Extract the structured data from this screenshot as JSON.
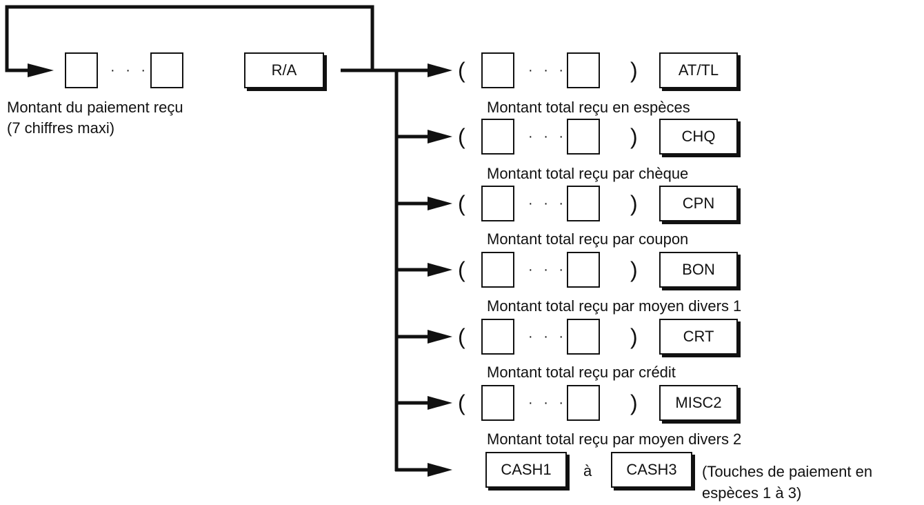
{
  "main": {
    "dots": "· · ·",
    "ra_key": "R/A",
    "payment_label_1": "Montant du paiement reçu",
    "payment_label_2": "(7 chiffres maxi)"
  },
  "branches": [
    {
      "key": "AT/TL",
      "label": "Montant total reçu en espèces"
    },
    {
      "key": "CHQ",
      "label": "Montant total reçu par chèque"
    },
    {
      "key": "CPN",
      "label": "Montant total reçu par coupon"
    },
    {
      "key": "BON",
      "label": "Montant total reçu par moyen divers 1"
    },
    {
      "key": "CRT",
      "label": "Montant total reçu par crédit"
    },
    {
      "key": "MISC2",
      "label": "Montant total reçu par moyen divers 2"
    }
  ],
  "paren_open": "(",
  "paren_close": ")",
  "last_branch": {
    "key_start": "CASH1",
    "connector": "à",
    "key_end": "CASH3",
    "note_1": "(Touches de paiement en",
    "note_2": "espèces 1 à 3)"
  }
}
